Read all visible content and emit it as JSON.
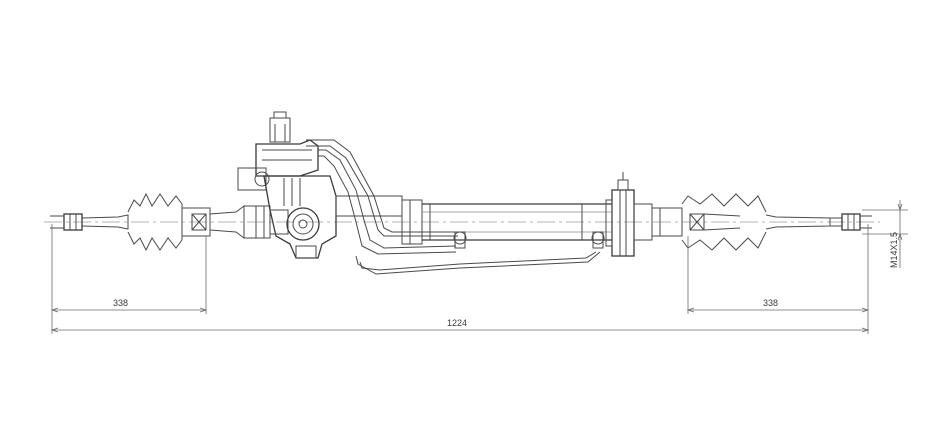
{
  "dimensions": {
    "left_offset": "338",
    "right_offset": "338",
    "overall_length": "1224",
    "thread": "M14X1.5"
  }
}
